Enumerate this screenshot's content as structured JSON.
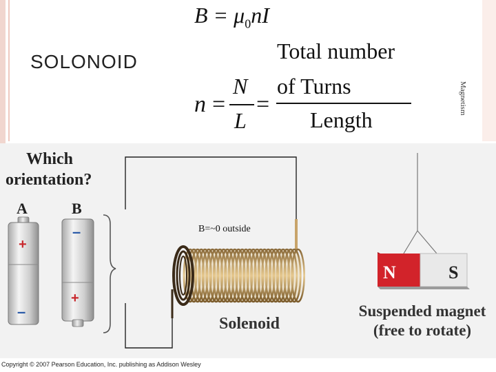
{
  "slide": {
    "title": "SOLONOID",
    "side_label": "Magnetism"
  },
  "formulas": {
    "field": "B = μ",
    "field_sub": "0",
    "field_tail": "nI",
    "n_var": "n",
    "equals": "=",
    "numerator_symbol": "N",
    "denominator_symbol": "L",
    "numerator_line1": "Total number",
    "numerator_line2": "of Turns",
    "denominator_word": "Length"
  },
  "figure": {
    "question_line1": "Which",
    "question_line2": "orientation?",
    "battery_a_label": "A",
    "battery_b_label": "B",
    "plus_sign": "+",
    "minus_sign": "–",
    "field_outside_note": "B=~0 outside",
    "solenoid_label": "Solenoid",
    "magnet_line1": "Suspended magnet",
    "magnet_line2": "(free to rotate)",
    "north_pole": "N",
    "south_pole": "S"
  },
  "colors": {
    "north_pole": "#d2232a",
    "south_pole": "#e9e9e9",
    "plus_sign": "#c8282d",
    "minus_sign": "#2a5aa8",
    "coil": "#c8a46a",
    "coil_dark": "#3a2a18",
    "background_lower": "#f2f2f2",
    "pink_accent": "#f1d6cf"
  },
  "copyright": "Copyright © 2007 Pearson Education, Inc. publishing as Addison Wesley"
}
